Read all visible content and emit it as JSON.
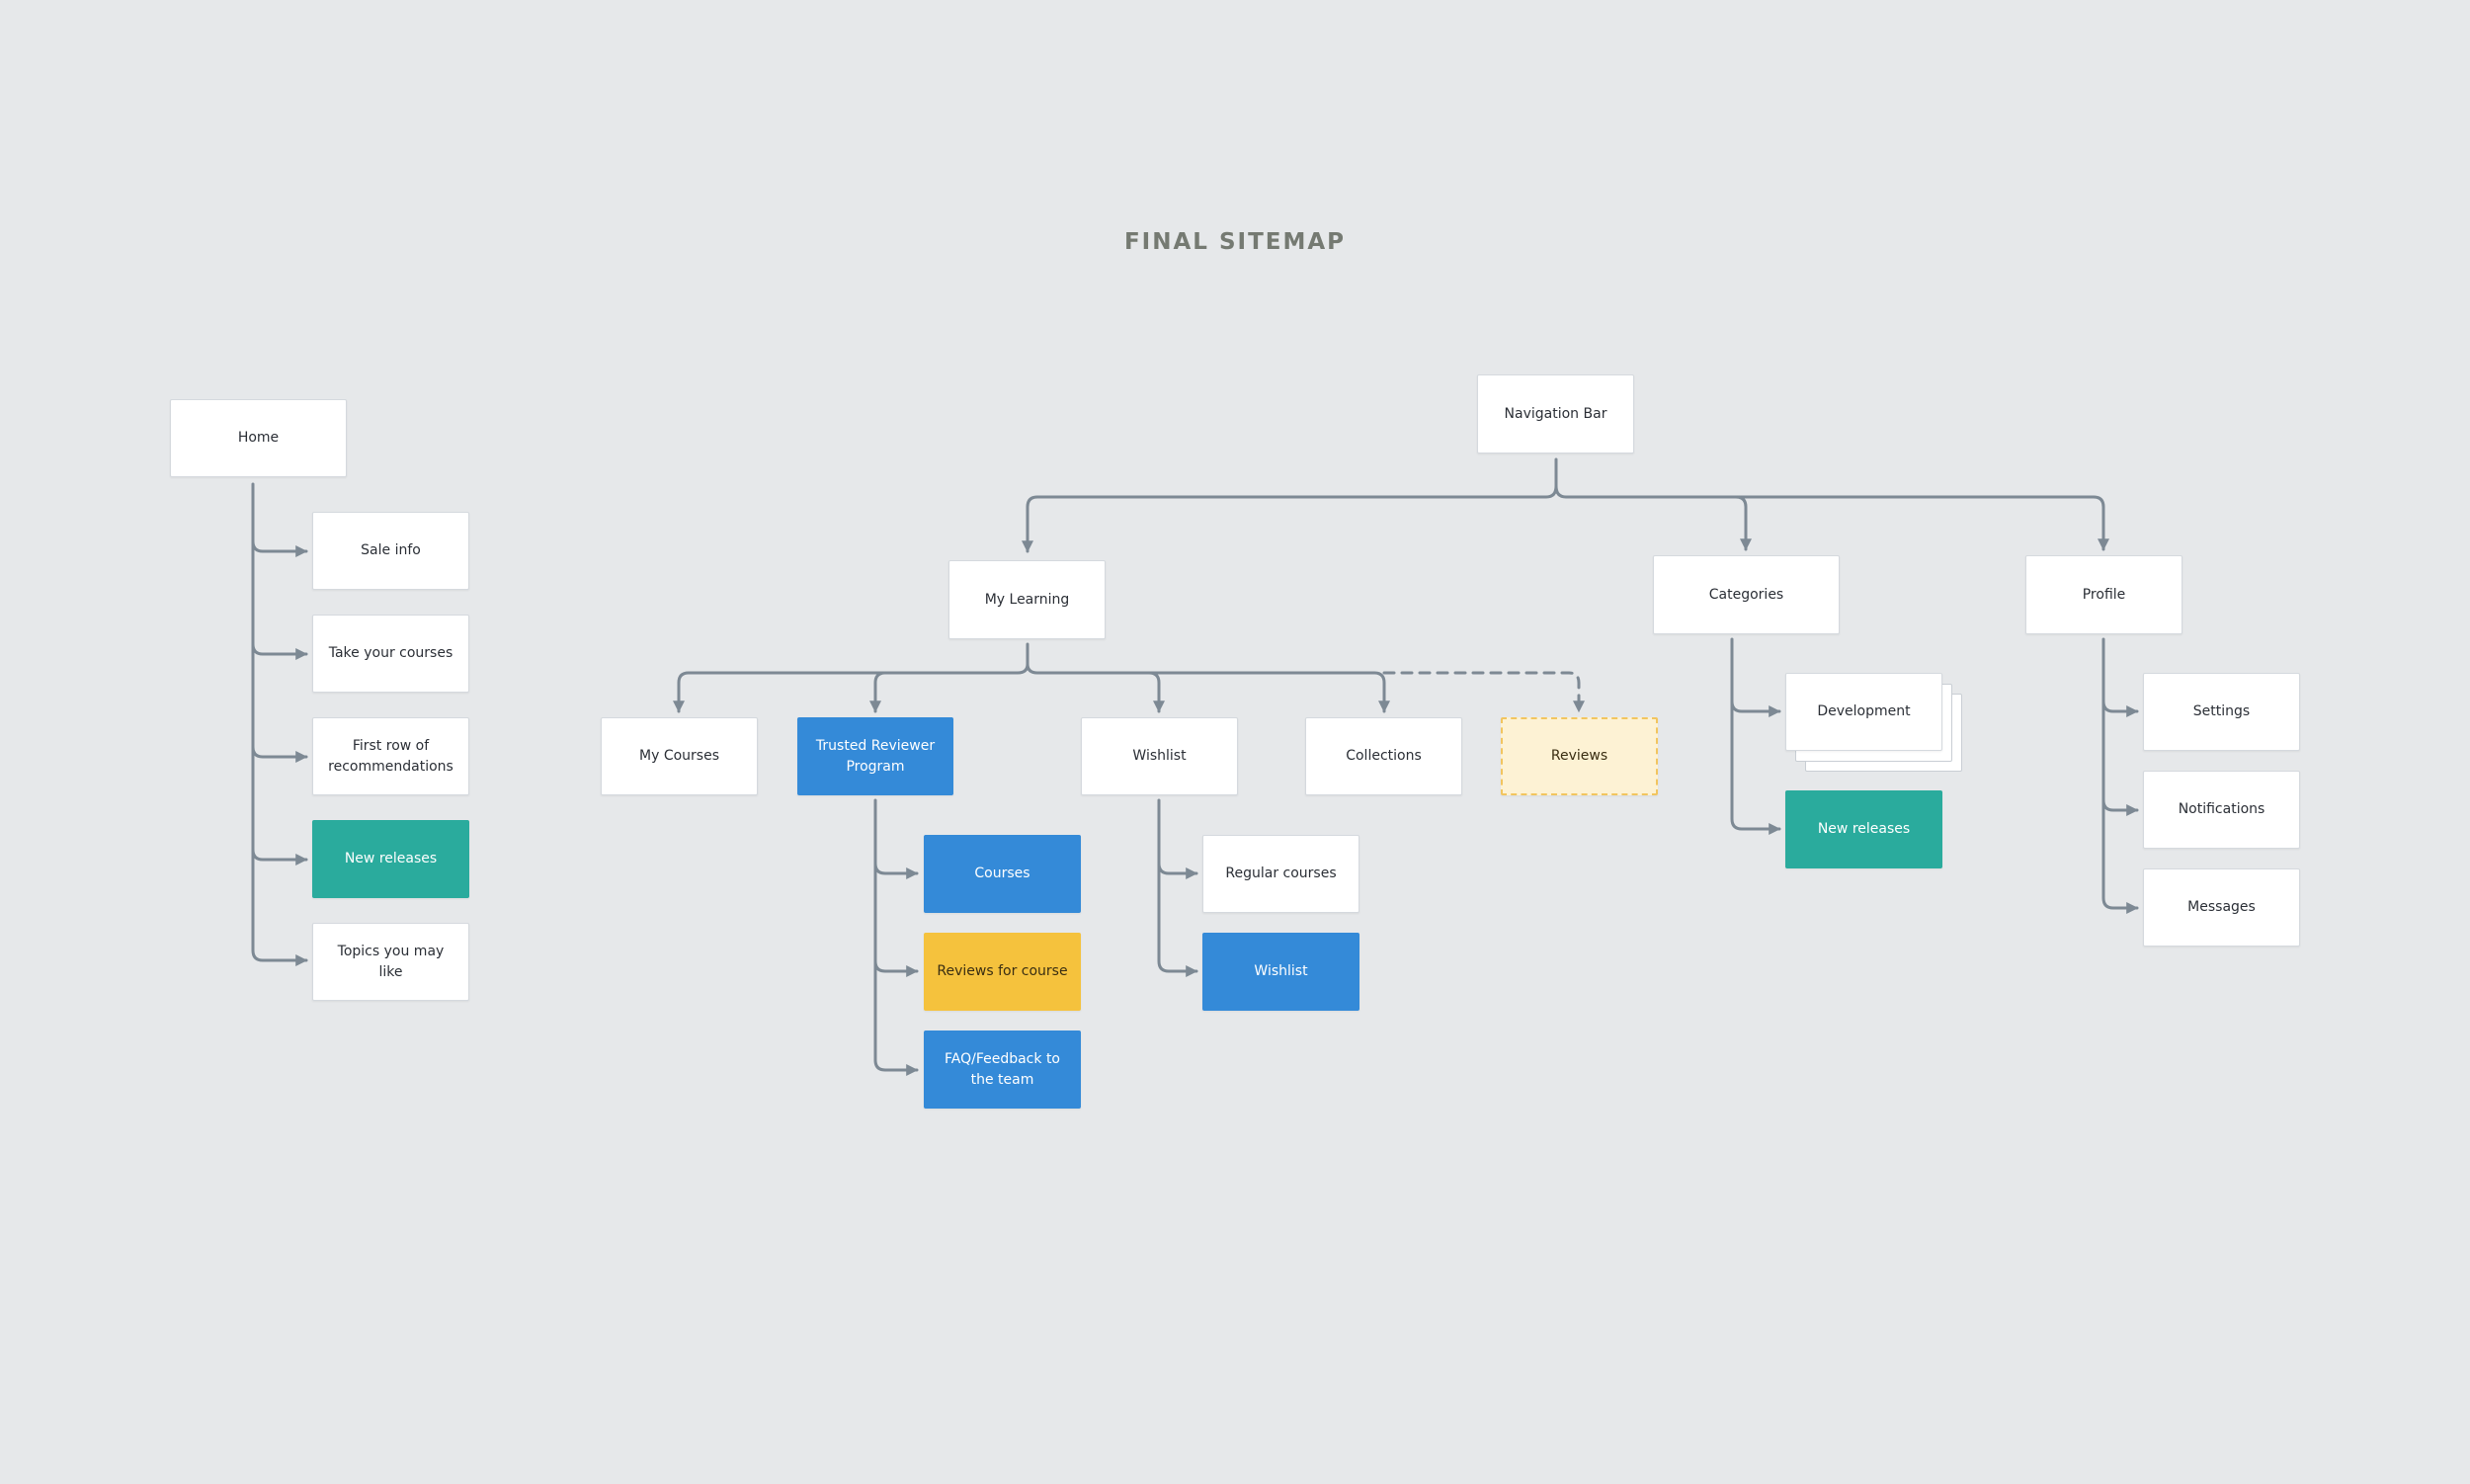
{
  "title": "FINAL SITEMAP",
  "colors": {
    "background": "#e6e8ea",
    "connector": "#7d8994",
    "node_default": "#ffffff",
    "node_blue": "#348ad8",
    "node_teal": "#2aab9d",
    "node_yellow": "#f5c23d",
    "node_dashed_fill": "#fdf2d4",
    "node_dashed_border": "#f2c55f"
  },
  "nodes": {
    "home": "Home",
    "sale_info": "Sale info",
    "take_courses": "Take your courses",
    "first_row": "First row of recommendations",
    "home_new_releases": "New releases",
    "topics": "Topics you may like",
    "nav_bar": "Navigation Bar",
    "my_learning": "My Learning",
    "categories": "Categories",
    "profile": "Profile",
    "my_courses": "My Courses",
    "trusted_reviewer": "Trusted Reviewer Program",
    "wishlist": "Wishlist",
    "collections": "Collections",
    "reviews": "Reviews",
    "courses": "Courses",
    "reviews_for_course": "Reviews for course",
    "faq_feedback": "FAQ/Feedback to the team",
    "regular_courses": "Regular courses",
    "wishlist_child": "Wishlist",
    "development": "Development",
    "cat_new_releases": "New releases",
    "settings": "Settings",
    "notifications": "Notifications",
    "messages": "Messages"
  }
}
